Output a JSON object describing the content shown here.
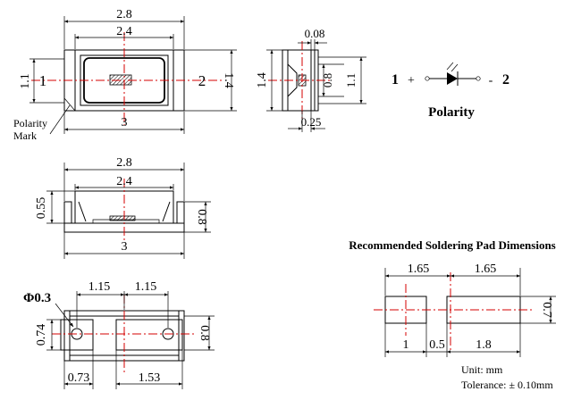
{
  "colors": {
    "line": "#000000",
    "centerline": "#d40000",
    "background": "#ffffff"
  },
  "top_view": {
    "dim_overall_width": "2.8",
    "dim_inner_width": "2.4",
    "dim_body_width": "3",
    "dim_height_left": "1.1",
    "dim_height_right": "1.4",
    "pin_left": "1",
    "pin_right": "2",
    "polarity_mark_line1": "Polarity",
    "polarity_mark_line2": "Mark"
  },
  "side_view": {
    "dim_top": "0.08",
    "dim_height_left": "1.4",
    "dim_inner": "0.8",
    "dim_height_right": "1.1",
    "dim_bottom": "0.25"
  },
  "polarity": {
    "pin_positive": "1",
    "sign_positive": "+",
    "sign_negative": "-",
    "pin_negative": "2",
    "caption": "Polarity"
  },
  "front_view": {
    "dim_overall_width": "2.8",
    "dim_inner_width": "2.4",
    "dim_height_left": "0.55",
    "dim_height_right": "0.8",
    "dim_body_width": "3"
  },
  "bottom_view": {
    "hole_label": "Φ0.3",
    "dim_spacing_left": "1.15",
    "dim_spacing_right": "1.15",
    "dim_height_left": "0.74",
    "dim_height_right": "0.8",
    "dim_pad_left": "0.73",
    "dim_pad_right": "1.53"
  },
  "solder_pad": {
    "title": "Recommended Soldering Pad Dimensions",
    "dim_top_left": "1.65",
    "dim_top_right": "1.65",
    "dim_height": "0.7",
    "dim_pad_left": "1",
    "dim_gap": "0.5",
    "dim_pad_right": "1.8",
    "unit": "Unit: mm",
    "tolerance": "Tolerance: ± 0.10mm"
  }
}
